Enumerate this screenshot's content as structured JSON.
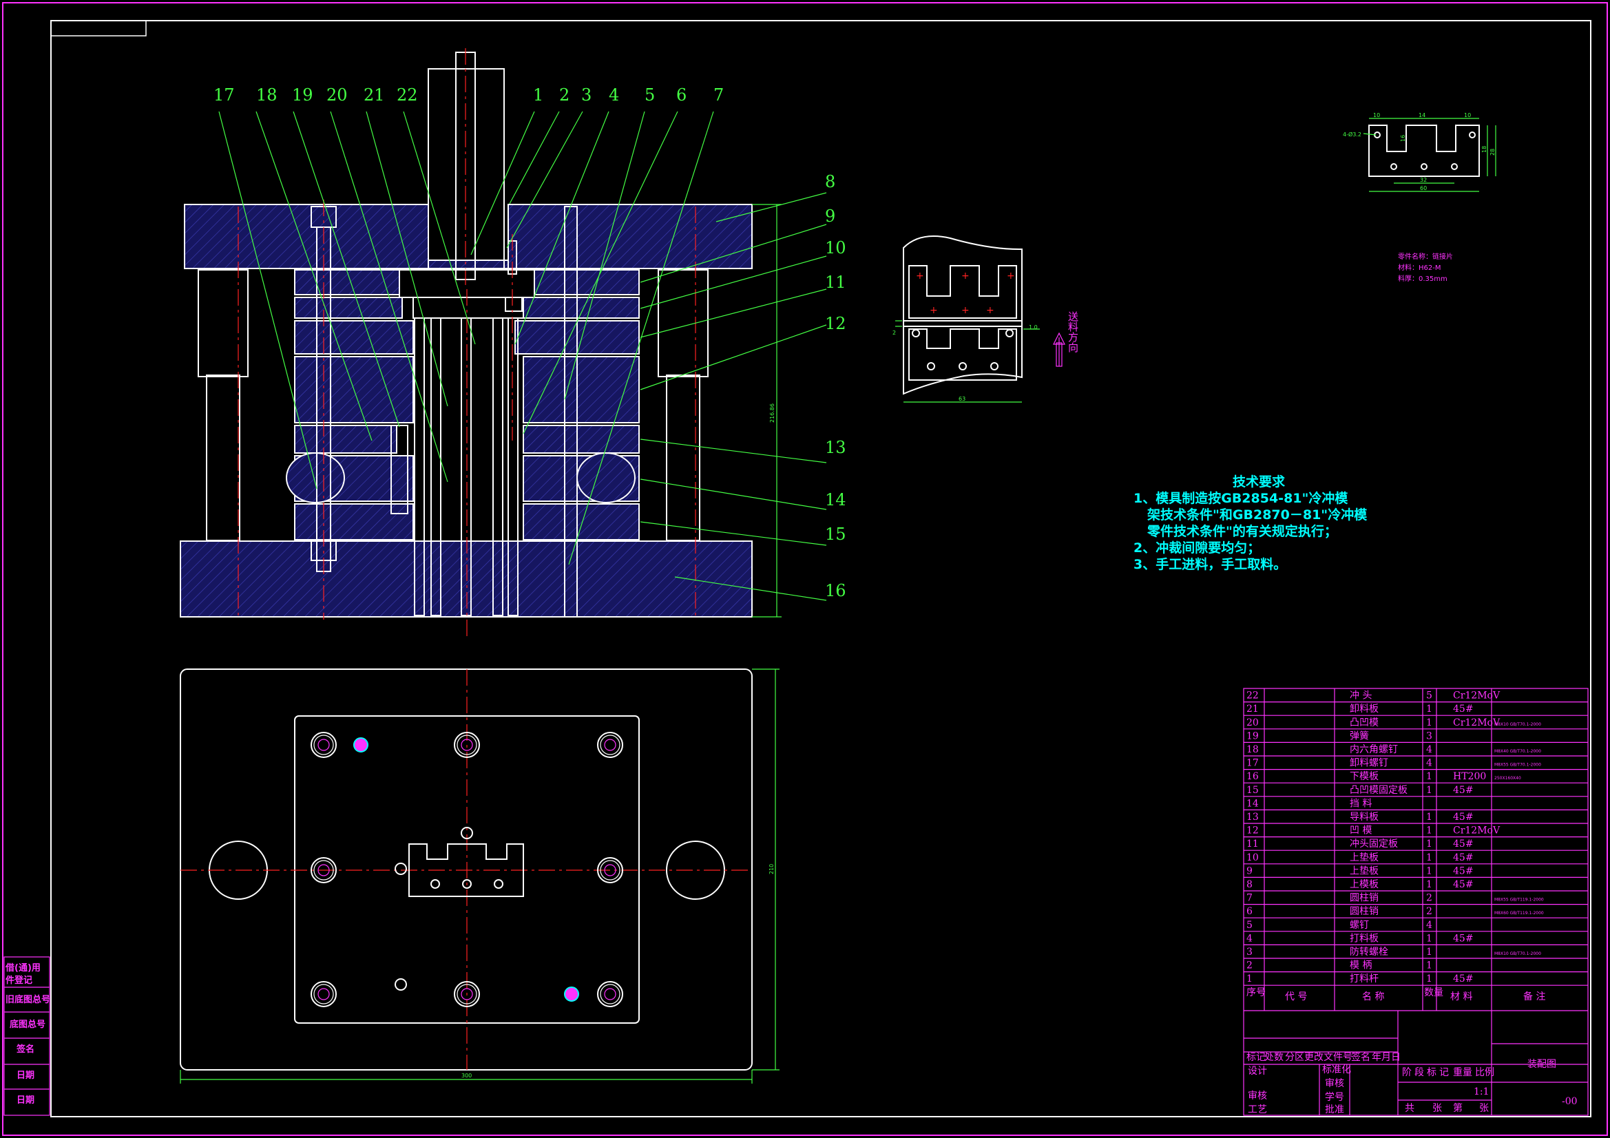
{
  "drawing": {
    "part_numbers_top": [
      "17",
      "18",
      "19",
      "20",
      "21",
      "22",
      "1",
      "2",
      "3",
      "4",
      "5",
      "6",
      "7"
    ],
    "part_numbers_right": [
      "8",
      "9",
      "10",
      "11",
      "12",
      "13",
      "14",
      "15",
      "16"
    ],
    "dimensions": {
      "total_height": "216.86",
      "plan_width": "300",
      "plan_depth": "210",
      "strip_width": "63",
      "strip_step": "1.0",
      "strip_gap": "2",
      "part_top": [
        "10",
        "14",
        "10"
      ],
      "part_bottom_inner": "32",
      "part_bottom_total": "60",
      "part_side": [
        "16",
        "18",
        "28"
      ],
      "part_hole": "4-Ø3.2"
    },
    "feed_direction": "送料方向",
    "part_info": [
      "零件名称：链接片",
      "材料：H62-M",
      "料厚：0.35mm"
    ],
    "tech_requirements": {
      "title": "技术要求",
      "lines": [
        "1、模具制造按GB2854-81\"冷冲模",
        "架技术条件\"和GB2870－81\"冷冲模",
        "零件技术条件\"的有关规定执行；",
        "2、冲裁间隙要均匀；",
        "3、手工进料，手工取料。"
      ]
    }
  },
  "left_stamp": [
    "借(通)用",
    "件登记",
    "旧底图总号",
    "底图总号",
    "签名",
    "日期",
    "日期"
  ],
  "bom": {
    "rows": [
      {
        "no": "22",
        "name": "冲  头",
        "qty": "5",
        "mat": "Cr12MoV",
        "note": ""
      },
      {
        "no": "21",
        "name": "卸料板",
        "qty": "1",
        "mat": "45#",
        "note": ""
      },
      {
        "no": "20",
        "name": "凸凹模",
        "qty": "1",
        "mat": "Cr12MoV",
        "note": "M8X10 GB/T70.1-2000"
      },
      {
        "no": "19",
        "name": "弹簧",
        "qty": "3",
        "mat": "",
        "note": ""
      },
      {
        "no": "18",
        "name": "内六角螺钉",
        "qty": "4",
        "mat": "",
        "note": "M8X40 GB/T70.1-2000"
      },
      {
        "no": "17",
        "name": "卸料螺钉",
        "qty": "4",
        "mat": "",
        "note": "M8X55 GB/T70.1-2000"
      },
      {
        "no": "16",
        "name": "下模板",
        "qty": "1",
        "mat": "HT200",
        "note": "250X160X40"
      },
      {
        "no": "15",
        "name": "凸凹模固定板",
        "qty": "1",
        "mat": "45#",
        "note": ""
      },
      {
        "no": "14",
        "name": "挡  料",
        "qty": "",
        "mat": "",
        "note": ""
      },
      {
        "no": "13",
        "name": "导料板",
        "qty": "1",
        "mat": "45#",
        "note": ""
      },
      {
        "no": "12",
        "name": "凹  模",
        "qty": "1",
        "mat": "Cr12MoV",
        "note": ""
      },
      {
        "no": "11",
        "name": "冲头固定板",
        "qty": "1",
        "mat": "45#",
        "note": ""
      },
      {
        "no": "10",
        "name": "上垫板",
        "qty": "1",
        "mat": "45#",
        "note": ""
      },
      {
        "no": "9",
        "name": "上垫板",
        "qty": "1",
        "mat": "45#",
        "note": ""
      },
      {
        "no": "8",
        "name": "上模板",
        "qty": "1",
        "mat": "45#",
        "note": ""
      },
      {
        "no": "7",
        "name": "圆柱销",
        "qty": "2",
        "mat": "",
        "note": "M8X55 GB/T119.1-2000"
      },
      {
        "no": "6",
        "name": "圆柱销",
        "qty": "2",
        "mat": "",
        "note": "M8X60 GB/T119.1-2000"
      },
      {
        "no": "5",
        "name": "螺钉",
        "qty": "4",
        "mat": "",
        "note": ""
      },
      {
        "no": "4",
        "name": "打料板",
        "qty": "1",
        "mat": "45#",
        "note": ""
      },
      {
        "no": "3",
        "name": "防转螺栓",
        "qty": "1",
        "mat": "",
        "note": "M8X10 GB/T70.1-2000"
      },
      {
        "no": "2",
        "name": "模  柄",
        "qty": "1",
        "mat": "",
        "note": ""
      },
      {
        "no": "1",
        "name": "打料杆",
        "qty": "1",
        "mat": "45#",
        "note": ""
      }
    ],
    "header": {
      "no": "序号",
      "code": "代  号",
      "name": "名  称",
      "qty": "数量",
      "mat": "材  料",
      "note": "备  注"
    },
    "title_block": {
      "rev_labels": [
        "标记",
        "处数",
        "分区",
        "更改文件号",
        "签名",
        "年",
        "月",
        "日"
      ],
      "roles": [
        "设计",
        "审核",
        "工艺"
      ],
      "roles2": [
        "标准化",
        "审核",
        "学号",
        "批准"
      ],
      "stage_labels": [
        "阶",
        "段",
        "标",
        "记",
        "重量",
        "比例"
      ],
      "scale": "1:1",
      "sheets": [
        "共",
        "张",
        "第",
        "张"
      ],
      "title": "装配图",
      "drawing_no": "-00"
    }
  },
  "colors": {
    "white": "#ffffff",
    "green": "#44ff44",
    "magenta": "#ff33ff",
    "cyan": "#00ffff",
    "red": "#ff2222",
    "navy": "#161660"
  }
}
